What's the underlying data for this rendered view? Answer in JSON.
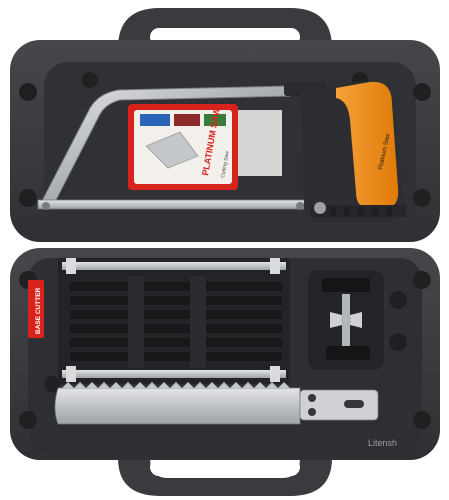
{
  "product": {
    "name": "Hacksaw set in carrying case",
    "label_card_title": "PLATINUM SAW",
    "label_card_subtitle": "Cutting Saw",
    "handle_print": "Platinum Saw",
    "blade_tab": "BASE CUTTER",
    "watermark": "Litensh"
  },
  "colors": {
    "case": "#3a3b3e",
    "case_dark": "#26272a",
    "case_inner": "#2d2e31",
    "handle_orange": "#f08a12",
    "frame_metal": "#c9cbcd",
    "card_red": "#d8221c",
    "blade_steel": "#b9bcc0"
  }
}
